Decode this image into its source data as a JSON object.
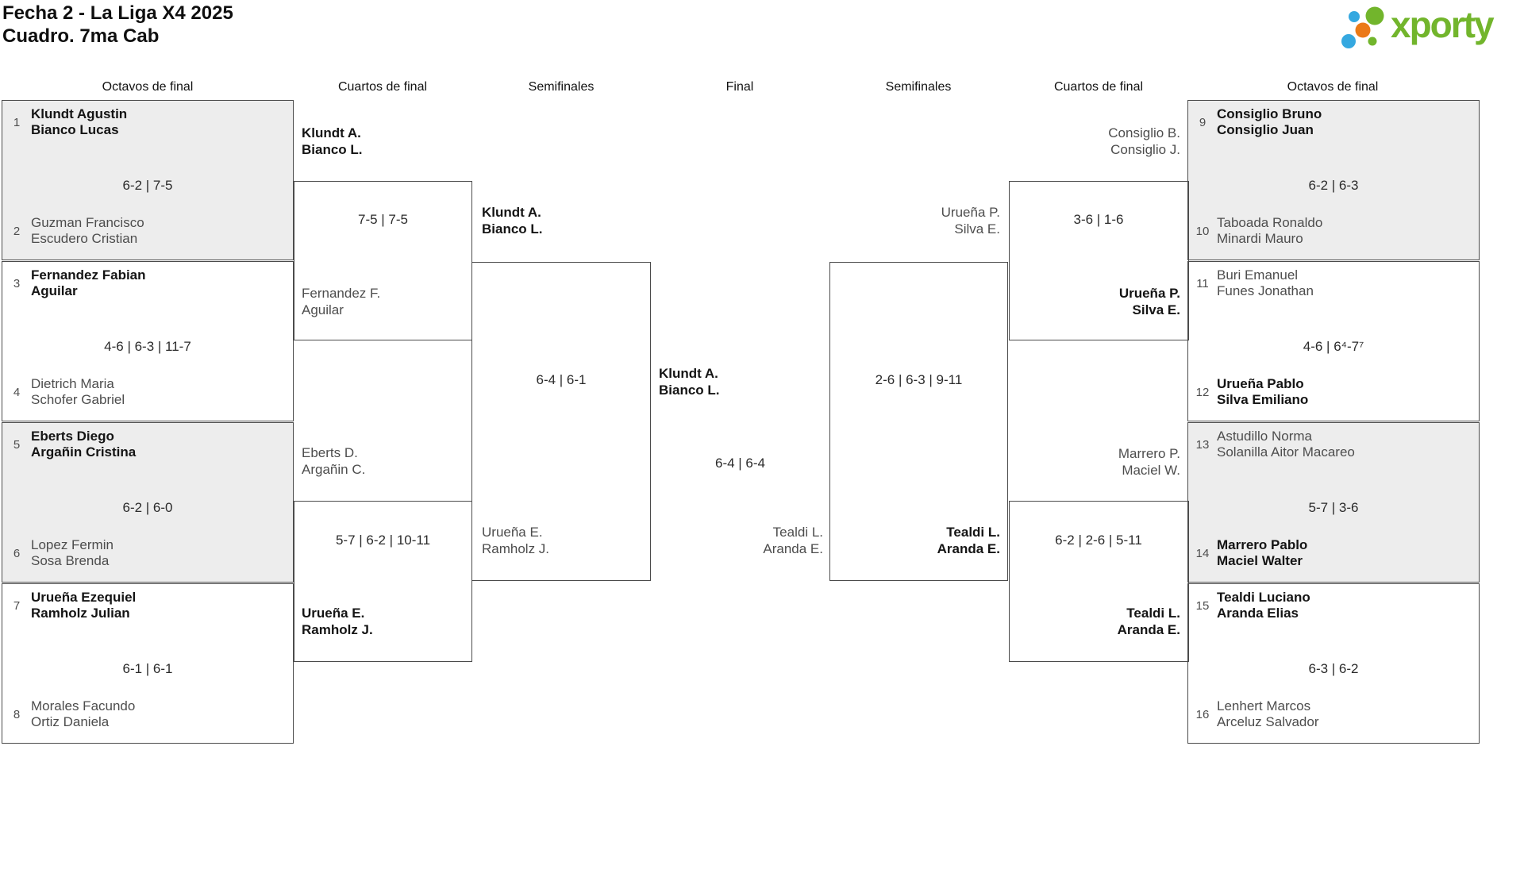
{
  "title": {
    "line1": "Fecha 2 - La Liga X4 2025",
    "line2": "Cuadro. 7ma Cab"
  },
  "logo": {
    "text": "xporty"
  },
  "colors": {
    "accent_green": "#72b52c",
    "accent_blue": "#35a8e0",
    "accent_orange": "#eb7a17",
    "shaded_box": "#ededed",
    "border": "#4b4b4b"
  },
  "headers": [
    "Octavos de final",
    "Cuartos de final",
    "Semifinales",
    "Final",
    "Semifinales",
    "Cuartos de final",
    "Octavos de final"
  ],
  "octavos_left": [
    {
      "seed1": "1",
      "team1": [
        "Klundt Agustin",
        "Bianco Lucas"
      ],
      "score": "6-2 | 7-5",
      "seed2": "2",
      "team2": [
        "Guzman Francisco",
        "Escudero Cristian"
      ],
      "winner": "top"
    },
    {
      "seed1": "3",
      "team1": [
        "Fernandez Fabian",
        "Aguilar"
      ],
      "score": "4-6 | 6-3 | 11-7",
      "seed2": "4",
      "team2": [
        "Dietrich Maria",
        "Schofer Gabriel"
      ],
      "winner": "top"
    },
    {
      "seed1": "5",
      "team1": [
        "Eberts Diego",
        "Argañin Cristina"
      ],
      "score": "6-2 | 6-0",
      "seed2": "6",
      "team2": [
        "Lopez Fermin",
        "Sosa Brenda"
      ],
      "winner": "top"
    },
    {
      "seed1": "7",
      "team1": [
        "Urueña Ezequiel",
        "Ramholz Julian"
      ],
      "score": "6-1 | 6-1",
      "seed2": "8",
      "team2": [
        "Morales Facundo",
        "Ortiz Daniela"
      ],
      "winner": "top"
    }
  ],
  "octavos_right": [
    {
      "seed1": "9",
      "team1": [
        "Consiglio Bruno",
        "Consiglio Juan"
      ],
      "score": "6-2 | 6-3",
      "seed2": "10",
      "team2": [
        "Taboada Ronaldo",
        "Minardi Mauro"
      ],
      "winner": "top"
    },
    {
      "seed1": "11",
      "team1": [
        "Buri Emanuel",
        "Funes Jonathan"
      ],
      "score": "4-6 | 6⁴-7⁷",
      "seed2": "12",
      "team2": [
        "Urueña Pablo",
        "Silva Emiliano"
      ],
      "winner": "bottom"
    },
    {
      "seed1": "13",
      "team1": [
        "Astudillo Norma",
        "Solanilla Aitor Macareo"
      ],
      "score": "5-7 | 3-6",
      "seed2": "14",
      "team2": [
        "Marrero Pablo",
        "Maciel Walter"
      ],
      "winner": "bottom"
    },
    {
      "seed1": "15",
      "team1": [
        "Tealdi Luciano",
        "Aranda Elias"
      ],
      "score": "6-3 | 6-2",
      "seed2": "16",
      "team2": [
        "Lenhert Marcos",
        "Arceluz Salvador"
      ],
      "winner": "top"
    }
  ],
  "quarters_left": [
    {
      "top": [
        "Klundt A.",
        "Bianco L."
      ],
      "score": "7-5 | 7-5",
      "bottom": [
        "Fernandez F.",
        "Aguilar"
      ],
      "winner": "top"
    },
    {
      "top": [
        "Eberts D.",
        "Argañin C."
      ],
      "score": "5-7 | 6-2 | 10-11",
      "bottom": [
        "Urueña E.",
        "Ramholz J."
      ],
      "winner": "bottom"
    }
  ],
  "quarters_right": [
    {
      "top": [
        "Consiglio B.",
        "Consiglio J."
      ],
      "score": "3-6 | 1-6",
      "bottom": [
        "Urueña P.",
        "Silva E."
      ],
      "winner": "bottom"
    },
    {
      "top": [
        "Marrero P.",
        "Maciel W."
      ],
      "score": "6-2 | 2-6 | 5-11",
      "bottom": [
        "Tealdi L.",
        "Aranda E."
      ],
      "winner": "bottom"
    }
  ],
  "semifinal_left": {
    "top": [
      "Klundt A.",
      "Bianco L."
    ],
    "score": "6-4 | 6-1",
    "bottom": [
      "Urueña E.",
      "Ramholz J."
    ],
    "winner": "top"
  },
  "semifinal_right": {
    "top": [
      "Urueña P.",
      "Silva E."
    ],
    "score": "2-6 | 6-3 | 9-11",
    "bottom": [
      "Tealdi L.",
      "Aranda E."
    ],
    "winner": "bottom"
  },
  "final": {
    "top": [
      "Klundt A.",
      "Bianco L."
    ],
    "score": "6-4 | 6-4",
    "bottom": [
      "Tealdi L.",
      "Aranda E."
    ],
    "winner": "top"
  }
}
